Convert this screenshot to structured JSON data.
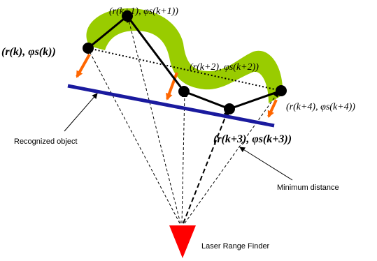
{
  "diagram": {
    "point_labels": {
      "p_k": "(r(k), φs(k))",
      "p_k1": "(r(k+1), φs(k+1))",
      "p_k2": "(r(k+2), φs(k+2))",
      "p_k3": "(r(k+3), φs(k+3))",
      "p_k4": "(r(k+4), φs(k+4))"
    },
    "annotations": {
      "recognized_object": "Recognized object",
      "minimum_distance": "Minimum distance",
      "sensor": "Laser Range Finder"
    },
    "colors": {
      "object_band": "#99cc00",
      "baseline": "#1a1a9e",
      "normal_arrows": "#ff6600",
      "sensor": "#ff0000",
      "points": "#000000"
    }
  }
}
